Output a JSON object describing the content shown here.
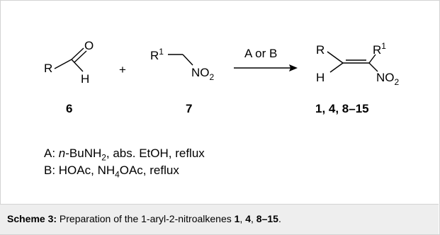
{
  "reactant_aldehyde": {
    "r": "R",
    "o": "O",
    "h": "H"
  },
  "plus": "+",
  "reactant_nitro": {
    "r1_base": "R",
    "r1_sup": "1",
    "no2_base": "NO",
    "no2_sub": "2"
  },
  "arrow_label": "A or B",
  "product": {
    "r": "R",
    "r1_base": "R",
    "r1_sup": "1",
    "h": "H",
    "no2_base": "NO",
    "no2_sub": "2"
  },
  "labels": {
    "aldehyde": "6",
    "nitro": "7",
    "product": "1, 4, 8–15"
  },
  "conditions": {
    "a_prefix": "A: ",
    "a_italic": "n",
    "a_reagent": "-BuNH",
    "a_sub": "2",
    "a_rest": ", abs. EtOH, reflux",
    "b_prefix": "B: HOAc, NH",
    "b_sub": "4",
    "b_rest": "OAc, reflux"
  },
  "caption": {
    "lead": "Scheme 3:",
    "text": " Preparation of the 1-aryl-2-nitroalkenes ",
    "c1": "1",
    "sep1": ", ",
    "c2": "4",
    "sep2": ", ",
    "c3": "8–15",
    "end": "."
  }
}
